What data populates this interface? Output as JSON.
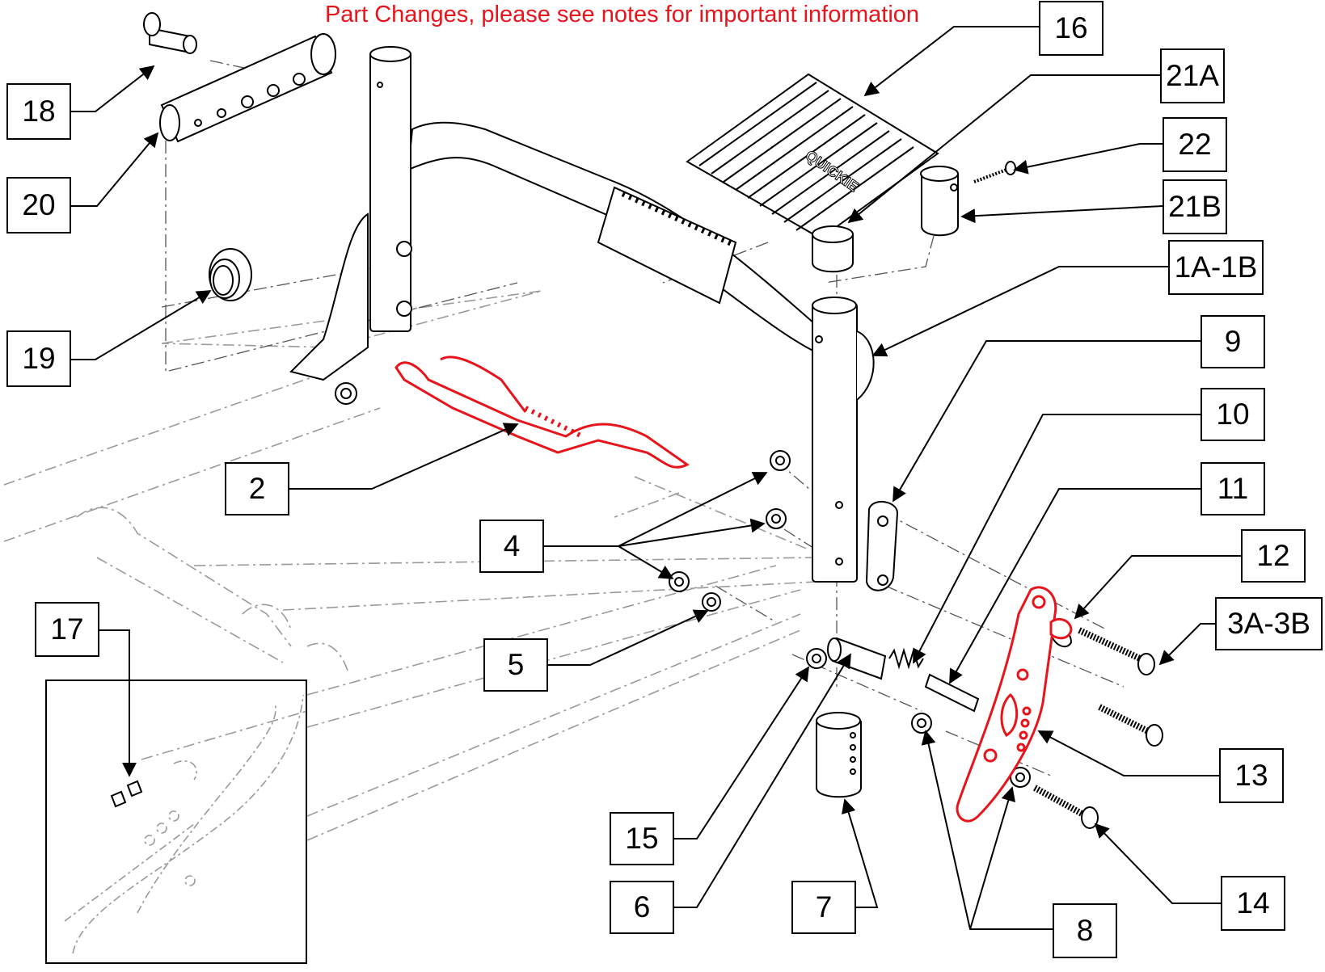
{
  "notice": "Part Changes, please see notes for important information",
  "callouts": {
    "c16": "16",
    "c21a": "21A",
    "c22": "22",
    "c21b": "21B",
    "c1a1b": "1A-1B",
    "c18": "18",
    "c20": "20",
    "c19": "19",
    "c9": "9",
    "c10": "10",
    "c11": "11",
    "c12": "12",
    "c3a3b": "3A-3B",
    "c2": "2",
    "c4": "4",
    "c5": "5",
    "c17": "17",
    "c13": "13",
    "c15": "15",
    "c6": "6",
    "c7": "7",
    "c14": "14",
    "c8": "8"
  },
  "footplate_brand": "QUICKIE",
  "colors": {
    "highlight": "#e8141b",
    "line": "#000000",
    "ghost": "#9a9a9a"
  }
}
